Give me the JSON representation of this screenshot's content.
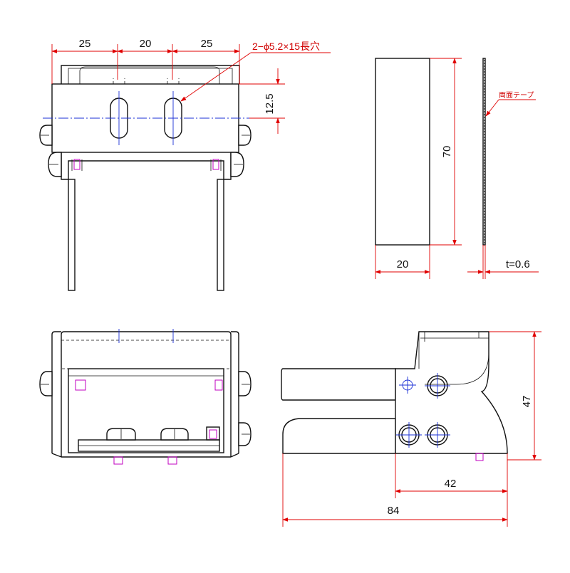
{
  "dimensions": {
    "front_w1": "25",
    "front_w2": "20",
    "front_w3": "25",
    "slot_offset": "12.5",
    "side_height": "70",
    "side_width": "20",
    "thickness": "t=0.6",
    "right_height": "47",
    "right_width": "42",
    "total_length": "84"
  },
  "notes": {
    "slot_callout": "2−ϕ5.2×15長穴",
    "tape_callout": "両面テープ"
  },
  "colors": {
    "outline": "#111111",
    "dimension": "#e00000",
    "centerline": "#1a2fd6",
    "hidden_part": "#c000c0"
  }
}
